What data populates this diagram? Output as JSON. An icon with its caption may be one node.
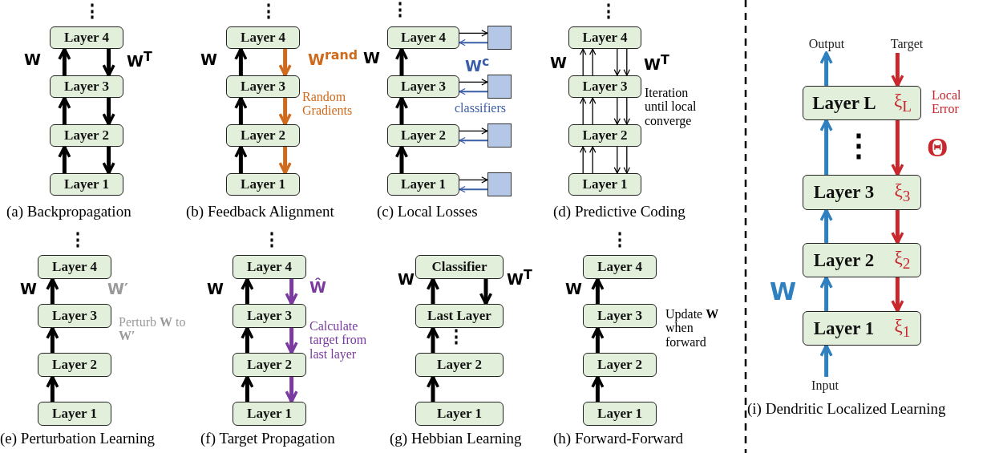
{
  "diagram": {
    "nodes": [
      {
        "text": [
          "Layer 4"
        ]
      },
      {
        "text": [
          "Layer 3"
        ]
      },
      {
        "text": [
          "Layer 2"
        ]
      },
      {
        "text": [
          "Layer 1"
        ]
      },
      {
        "text": [
          "Layer 4"
        ]
      },
      {
        "text": [
          "Layer 3"
        ]
      },
      {
        "text": [
          "Layer 2"
        ]
      },
      {
        "text": [
          "Layer 1"
        ]
      },
      {
        "text": [
          "Layer 4"
        ]
      },
      {
        "text": [],
        "shape": "box"
      },
      {
        "text": [
          "Layer 3"
        ]
      },
      {
        "text": [],
        "shape": "box"
      },
      {
        "text": [
          "Layer 2"
        ]
      },
      {
        "text": [],
        "shape": "box"
      },
      {
        "text": [
          "Layer 1"
        ]
      },
      {
        "text": [],
        "shape": "box"
      },
      {
        "text": [
          "Layer 4"
        ]
      },
      {
        "text": [
          "Layer 3"
        ]
      },
      {
        "text": [
          "Layer 2"
        ]
      },
      {
        "text": [
          "Layer 1"
        ]
      },
      {
        "text": [
          "Layer 4"
        ]
      },
      {
        "text": [
          "Layer 3"
        ]
      },
      {
        "text": [
          "Layer 2"
        ]
      },
      {
        "text": [
          "Layer 1"
        ]
      },
      {
        "text": [
          "Layer 4"
        ]
      },
      {
        "text": [
          "Layer 3"
        ]
      },
      {
        "text": [
          "Layer 2"
        ]
      },
      {
        "text": [
          "Layer 1"
        ]
      },
      {
        "text": [
          "Classifier"
        ]
      },
      {
        "text": [
          "Last Layer"
        ]
      },
      {
        "text": [
          "Layer 2"
        ]
      },
      {
        "text": [
          "Layer 1"
        ]
      },
      {
        "text": [
          "Layer 4"
        ]
      },
      {
        "text": [
          "Layer 3"
        ]
      },
      {
        "text": [
          "Layer 2"
        ]
      },
      {
        "text": [
          "Layer 1"
        ]
      },
      {
        "text": [
          "Output"
        ]
      },
      {
        "text": [
          "Target"
        ]
      },
      {
        "text": [
          "Layer L",
          "ξ$_{L}$"
        ]
      },
      {
        "text": [
          "Layer 3",
          "ξ$_{3}$"
        ]
      },
      {
        "text": [
          "Layer 2",
          "ξ$_{2}$"
        ]
      },
      {
        "text": [
          "Layer 1",
          "ξ$_{1}$"
        ]
      },
      {
        "text": [
          "Input"
        ]
      }
    ],
    "edges": [
      {
        "from": 3,
        "to": 2,
        "arrow": "to"
      },
      {
        "from": 2,
        "to": 1,
        "arrow": "to"
      },
      {
        "from": 1,
        "to": 0,
        "arrow": "to"
      },
      {
        "from": 0,
        "to": 1,
        "arrow": "to"
      },
      {
        "from": 1,
        "to": 2,
        "arrow": "to"
      },
      {
        "from": 2,
        "to": 3,
        "arrow": "to"
      },
      {
        "from": 7,
        "to": 6,
        "arrow": "to"
      },
      {
        "from": 6,
        "to": 5,
        "arrow": "to"
      },
      {
        "from": 5,
        "to": 4,
        "arrow": "to"
      },
      {
        "from": 4,
        "to": 5,
        "arrow": "to",
        "color": "#cf6a1c"
      },
      {
        "from": 5,
        "to": 6,
        "arrow": "to",
        "color": "#cf6a1c"
      },
      {
        "from": 6,
        "to": 7,
        "arrow": "to",
        "color": "#cf6a1c"
      },
      {
        "from": 14,
        "to": 12,
        "arrow": "to"
      },
      {
        "from": 12,
        "to": 10,
        "arrow": "to"
      },
      {
        "from": 10,
        "to": 8,
        "arrow": "to"
      },
      {
        "from": 8,
        "to": 9,
        "arrow": "to"
      },
      {
        "from": 9,
        "to": 8,
        "arrow": "to",
        "color": "#3b5ea8"
      },
      {
        "from": 10,
        "to": 11,
        "arrow": "to"
      },
      {
        "from": 11,
        "to": 10,
        "arrow": "to",
        "color": "#3b5ea8"
      },
      {
        "from": 12,
        "to": 13,
        "arrow": "to"
      },
      {
        "from": 13,
        "to": 12,
        "arrow": "to",
        "color": "#3b5ea8"
      },
      {
        "from": 14,
        "to": 15,
        "arrow": "to"
      },
      {
        "from": 15,
        "to": 14,
        "arrow": "to",
        "color": "#3b5ea8"
      },
      {
        "from": 19,
        "to": 18,
        "arrow": "to"
      },
      {
        "from": 19,
        "to": 18,
        "arrow": "to"
      },
      {
        "from": 18,
        "to": 17,
        "arrow": "to"
      },
      {
        "from": 18,
        "to": 17,
        "arrow": "to"
      },
      {
        "from": 17,
        "to": 16,
        "arrow": "to"
      },
      {
        "from": 17,
        "to": 16,
        "arrow": "to"
      },
      {
        "from": 16,
        "to": 17,
        "arrow": "to"
      },
      {
        "from": 16,
        "to": 17,
        "arrow": "to"
      },
      {
        "from": 17,
        "to": 18,
        "arrow": "to"
      },
      {
        "from": 17,
        "to": 18,
        "arrow": "to"
      },
      {
        "from": 18,
        "to": 19,
        "arrow": "to"
      },
      {
        "from": 18,
        "to": 19,
        "arrow": "to"
      },
      {
        "from": 23,
        "to": 22,
        "arrow": "to"
      },
      {
        "from": 22,
        "to": 21,
        "arrow": "to"
      },
      {
        "from": 21,
        "to": 20,
        "arrow": "to"
      },
      {
        "from": 27,
        "to": 26,
        "arrow": "to"
      },
      {
        "from": 26,
        "to": 25,
        "arrow": "to"
      },
      {
        "from": 25,
        "to": 24,
        "arrow": "to"
      },
      {
        "from": 24,
        "to": 25,
        "arrow": "to",
        "color": "#7a3aa0"
      },
      {
        "from": 25,
        "to": 26,
        "arrow": "to",
        "color": "#7a3aa0"
      },
      {
        "from": 26,
        "to": 27,
        "arrow": "to",
        "color": "#7a3aa0"
      },
      {
        "from": 31,
        "to": 30,
        "arrow": "to"
      },
      {
        "from": 30,
        "to": 29,
        "arrow": "to"
      },
      {
        "from": 29,
        "to": 28,
        "arrow": "to"
      },
      {
        "from": 28,
        "to": 29,
        "arrow": "to"
      },
      {
        "from": 35,
        "to": 34,
        "arrow": "to"
      },
      {
        "from": 34,
        "to": 33,
        "arrow": "to"
      },
      {
        "from": 33,
        "to": 32,
        "arrow": "to"
      },
      {
        "from": 42,
        "to": 41,
        "arrow": "to",
        "color": "#2f80c0"
      },
      {
        "from": 41,
        "to": 40,
        "arrow": "to",
        "color": "#2f80c0"
      },
      {
        "from": 40,
        "to": 39,
        "arrow": "to",
        "color": "#2f80c0"
      },
      {
        "from": 39,
        "to": 38,
        "arrow": "to",
        "color": "#2f80c0"
      },
      {
        "from": 38,
        "to": 36,
        "arrow": "to",
        "color": "#2f80c0"
      },
      {
        "from": 37,
        "to": 38,
        "arrow": "to",
        "color": "#c8282d"
      },
      {
        "from": 38,
        "to": 39,
        "arrow": "to",
        "color": "#c8282d"
      },
      {
        "from": 39,
        "to": 40,
        "arrow": "to",
        "color": "#c8282d"
      },
      {
        "from": 40,
        "to": 41,
        "arrow": "to",
        "color": "#c8282d"
      }
    ],
    "labels": [
      "⋮",
      "W",
      "W$^{T}$",
      "⋮",
      "W",
      "W$^{rand}$",
      "Random Gradients",
      "⋮",
      "W",
      "W$^{c}$",
      "classifiers",
      "⋮",
      "W",
      "W$^{T}$",
      "Iteration until local converge",
      "(a) Backpropagation",
      "(b) Feedback Alignment",
      "(c) Local Losses",
      "(d) Predictive Coding",
      "⋮",
      "W",
      "W′",
      "Perturb **W** to **W′**",
      "⋮",
      "W",
      "Ŵ",
      "Calculate target from last layer",
      "W",
      "W$^{T}$",
      "⋮",
      "⋮",
      "W",
      "Update **W** when forward",
      "(e) Perturbation Learning",
      "(f) Target Propagation",
      "(g) Hebbian Learning",
      "(h) Forward-Forward",
      "Local Error",
      "⋮",
      "Θ",
      "W",
      "(i) Dendritic Localized Learning"
    ]
  }
}
